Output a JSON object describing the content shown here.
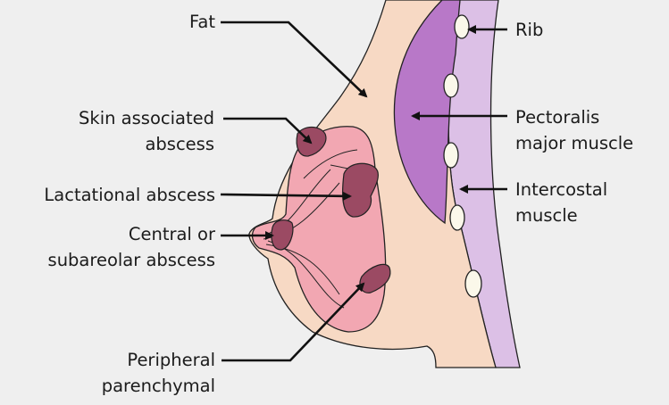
{
  "labels_left": {
    "fat": "Fat",
    "skin_line1": "Skin associated",
    "skin_line2": "abscess",
    "lactational": "Lactational abscess",
    "central_line1": "Central or",
    "central_line2": "subareolar abscess",
    "peripheral_line1": "Peripheral",
    "peripheral_line2": "parenchymal"
  },
  "labels_right": {
    "rib": "Rib",
    "pectoralis_line1": "Pectoralis",
    "pectoralis_line2": "major muscle",
    "intercostal_line1": "Intercostal",
    "intercostal_line2": "muscle"
  },
  "colors": {
    "background": "#efefef",
    "fat": "#f7d9c4",
    "gland": "#f2a7b2",
    "abscess": "#9b4a63",
    "pectoralis": "#b878c8",
    "intercostal": "#dcc0e6",
    "rib": "#fbf8ea"
  }
}
